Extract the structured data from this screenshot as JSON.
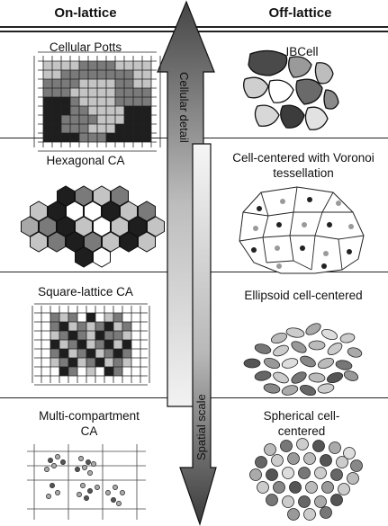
{
  "headers": {
    "left": "On-lattice",
    "right": "Off-lattice"
  },
  "arrows": {
    "cellular_detail": "Cellular detail",
    "spatial_scale": "Spatial scale"
  },
  "left_panels": [
    {
      "title": "Cellular Potts"
    },
    {
      "title": "Hexagonal CA"
    },
    {
      "title": "Square-lattice CA"
    },
    {
      "title": "Multi-compartment CA"
    }
  ],
  "right_panels": [
    {
      "title": "IBCell"
    },
    {
      "title": "Cell-centered with Voronoi tessellation"
    },
    {
      "title": "Ellipsoid cell-centered"
    },
    {
      "title": "Spherical cell-centered"
    }
  ],
  "colors": {
    "line": "#222222",
    "dark": "#1e1e1e",
    "mid": "#7a7a7a",
    "light": "#c4c4c4",
    "arrow_dark": "#4a4a4a",
    "arrow_light": "#e8e8e8"
  }
}
